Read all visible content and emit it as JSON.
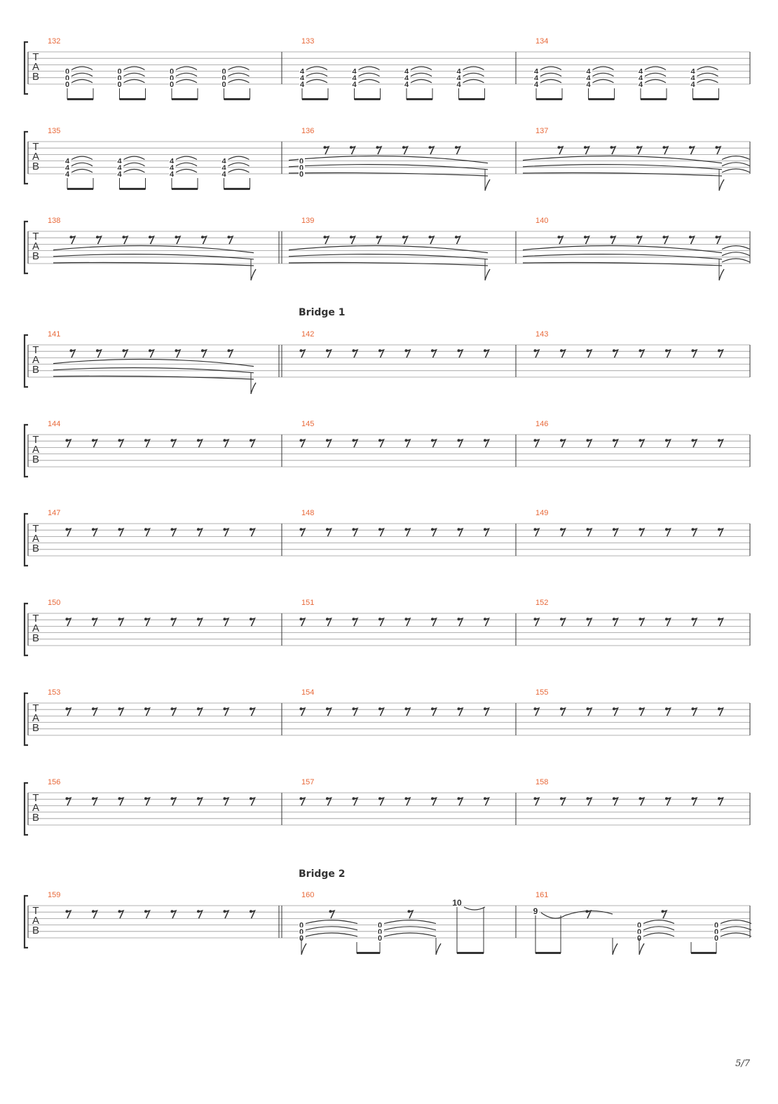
{
  "page": {
    "number": "5/7"
  },
  "colors": {
    "measure_number": "#e8693a",
    "ink": "#333333",
    "staff_line": "#999999"
  },
  "clef_letters": [
    "T",
    "A",
    "B"
  ],
  "sections": [
    {
      "label": "Bridge 1",
      "measure": "142"
    },
    {
      "label": "Bridge 2",
      "measure": "160"
    }
  ],
  "systems": [
    {
      "measures": [
        {
          "number": "132",
          "type": "chords",
          "frets": [
            "0",
            "0",
            "0"
          ],
          "count": 4
        },
        {
          "number": "133",
          "type": "chords",
          "frets": [
            "4",
            "4",
            "4"
          ],
          "count": 4
        },
        {
          "number": "134",
          "type": "chords",
          "frets": [
            "4",
            "4",
            "4"
          ],
          "count": 4
        }
      ]
    },
    {
      "measures": [
        {
          "number": "135",
          "type": "chords",
          "frets": [
            "4",
            "4",
            "4"
          ],
          "count": 4
        },
        {
          "number": "136",
          "type": "sustain",
          "frets": [
            "0",
            "0",
            "0"
          ],
          "rests": 6
        },
        {
          "number": "137",
          "type": "sustain",
          "frets": [],
          "rests": 7
        }
      ]
    },
    {
      "measures": [
        {
          "number": "138",
          "type": "sustain",
          "frets": [],
          "rests": 7
        },
        {
          "number": "139",
          "type": "sustain",
          "frets": [],
          "rests": 6
        },
        {
          "number": "140",
          "type": "sustain",
          "frets": [],
          "rests": 7
        }
      ]
    },
    {
      "measures": [
        {
          "number": "141",
          "type": "sustain",
          "frets": [],
          "rests": 7
        },
        {
          "number": "142",
          "type": "rests",
          "rests": 8
        },
        {
          "number": "143",
          "type": "rests",
          "rests": 8
        }
      ]
    },
    {
      "measures": [
        {
          "number": "144",
          "type": "rests",
          "rests": 8
        },
        {
          "number": "145",
          "type": "rests",
          "rests": 8
        },
        {
          "number": "146",
          "type": "rests",
          "rests": 8
        }
      ]
    },
    {
      "measures": [
        {
          "number": "147",
          "type": "rests",
          "rests": 8
        },
        {
          "number": "148",
          "type": "rests",
          "rests": 8
        },
        {
          "number": "149",
          "type": "rests",
          "rests": 8
        }
      ]
    },
    {
      "measures": [
        {
          "number": "150",
          "type": "rests",
          "rests": 8
        },
        {
          "number": "151",
          "type": "rests",
          "rests": 8
        },
        {
          "number": "152",
          "type": "rests",
          "rests": 8
        }
      ]
    },
    {
      "measures": [
        {
          "number": "153",
          "type": "rests",
          "rests": 8
        },
        {
          "number": "154",
          "type": "rests",
          "rests": 8
        },
        {
          "number": "155",
          "type": "rests",
          "rests": 8
        }
      ]
    },
    {
      "measures": [
        {
          "number": "156",
          "type": "rests",
          "rests": 8
        },
        {
          "number": "157",
          "type": "rests",
          "rests": 8
        },
        {
          "number": "158",
          "type": "rests",
          "rests": 8
        }
      ]
    },
    {
      "measures": [
        {
          "number": "159",
          "type": "rests",
          "rests": 8
        },
        {
          "number": "160",
          "type": "bridge2a",
          "chord_frets": [
            "0",
            "0",
            "0"
          ],
          "high_fret": "10"
        },
        {
          "number": "161",
          "type": "bridge2b",
          "chord_frets": [
            "0",
            "0",
            "0"
          ],
          "high_fret": "9"
        }
      ]
    }
  ]
}
